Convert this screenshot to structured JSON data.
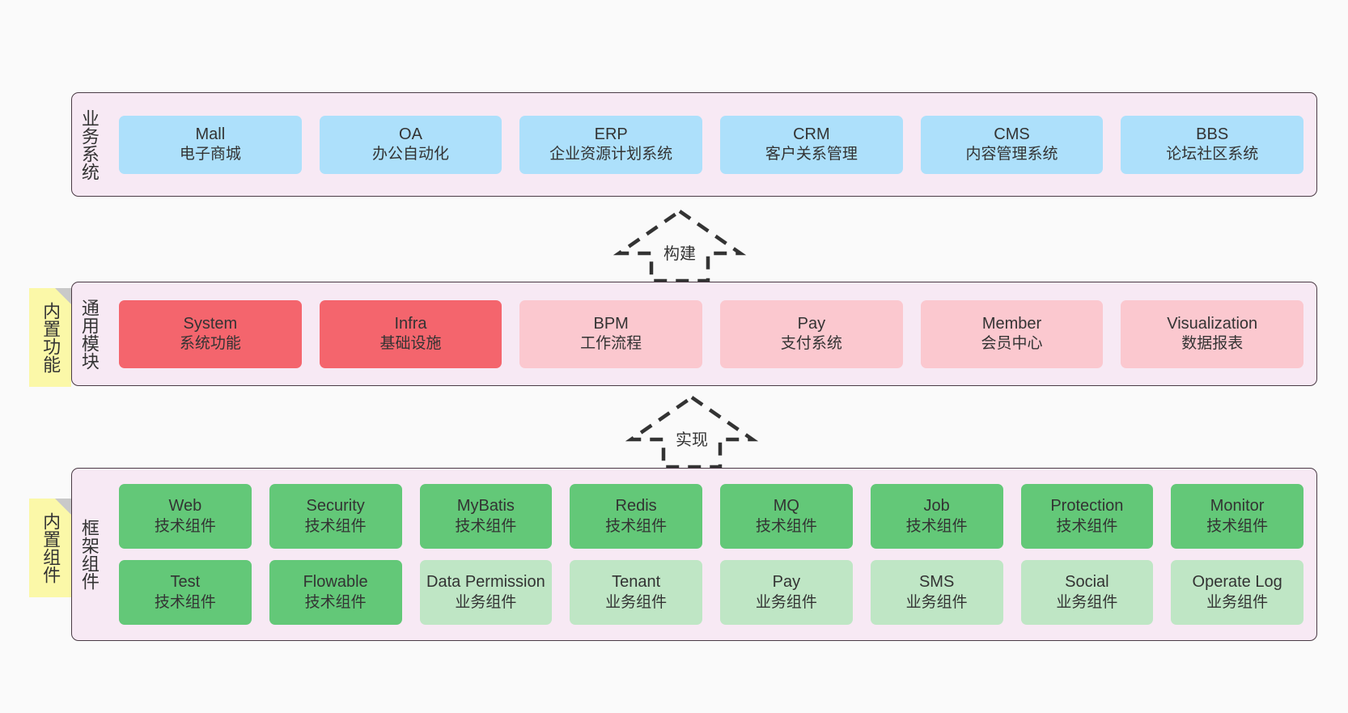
{
  "diagram": {
    "background_color": "#fafafa",
    "panel_color": "#f7e9f4",
    "panel_border_color": "#4a3b45",
    "sticky_color": "#fbf8a8"
  },
  "layers": {
    "business": {
      "label": "业务系统",
      "accent": "#ade0fb",
      "cards": [
        {
          "title": "Mall",
          "subtitle": "电子商城",
          "variant": "c-blue"
        },
        {
          "title": "OA",
          "subtitle": "办公自动化",
          "variant": "c-blue"
        },
        {
          "title": "ERP",
          "subtitle": "企业资源计划系统",
          "variant": "c-blue"
        },
        {
          "title": "CRM",
          "subtitle": "客户关系管理",
          "variant": "c-blue"
        },
        {
          "title": "CMS",
          "subtitle": "内容管理系统",
          "variant": "c-blue"
        },
        {
          "title": "BBS",
          "subtitle": "论坛社区系统",
          "variant": "c-blue"
        }
      ]
    },
    "common": {
      "label": "通用模块",
      "sticky": "内置功能",
      "accent_strong": "#f4656d",
      "accent_light": "#fbc8cf",
      "cards": [
        {
          "title": "System",
          "subtitle": "系统功能",
          "variant": "c-red"
        },
        {
          "title": "Infra",
          "subtitle": "基础设施",
          "variant": "c-red"
        },
        {
          "title": "BPM",
          "subtitle": "工作流程",
          "variant": "c-pink"
        },
        {
          "title": "Pay",
          "subtitle": "支付系统",
          "variant": "c-pink"
        },
        {
          "title": "Member",
          "subtitle": "会员中心",
          "variant": "c-pink"
        },
        {
          "title": "Visualization",
          "subtitle": "数据报表",
          "variant": "c-pink"
        }
      ]
    },
    "framework": {
      "label": "框架组件",
      "sticky": "内置组件",
      "accent_strong": "#63c878",
      "accent_light": "#bfe6c5",
      "row1": [
        {
          "title": "Web",
          "subtitle": "技术组件",
          "variant": "c-green"
        },
        {
          "title": "Security",
          "subtitle": "技术组件",
          "variant": "c-green"
        },
        {
          "title": "MyBatis",
          "subtitle": "技术组件",
          "variant": "c-green"
        },
        {
          "title": "Redis",
          "subtitle": "技术组件",
          "variant": "c-green"
        },
        {
          "title": "MQ",
          "subtitle": "技术组件",
          "variant": "c-green"
        },
        {
          "title": "Job",
          "subtitle": "技术组件",
          "variant": "c-green"
        },
        {
          "title": "Protection",
          "subtitle": "技术组件",
          "variant": "c-green"
        },
        {
          "title": "Monitor",
          "subtitle": "技术组件",
          "variant": "c-green"
        }
      ],
      "row2": [
        {
          "title": "Test",
          "subtitle": "技术组件",
          "variant": "c-green"
        },
        {
          "title": "Flowable",
          "subtitle": "技术组件",
          "variant": "c-green"
        },
        {
          "title": "Data Permission",
          "subtitle": "业务组件",
          "variant": "c-lightgreen"
        },
        {
          "title": "Tenant",
          "subtitle": "业务组件",
          "variant": "c-lightgreen"
        },
        {
          "title": "Pay",
          "subtitle": "业务组件",
          "variant": "c-lightgreen"
        },
        {
          "title": "SMS",
          "subtitle": "业务组件",
          "variant": "c-lightgreen"
        },
        {
          "title": "Social",
          "subtitle": "业务组件",
          "variant": "c-lightgreen"
        },
        {
          "title": "Operate Log",
          "subtitle": "业务组件",
          "variant": "c-lightgreen"
        }
      ]
    }
  },
  "connectors": [
    {
      "label": "构建",
      "style": "dashed-hollow-arrow-up"
    },
    {
      "label": "实现",
      "style": "dashed-hollow-arrow-up"
    }
  ]
}
